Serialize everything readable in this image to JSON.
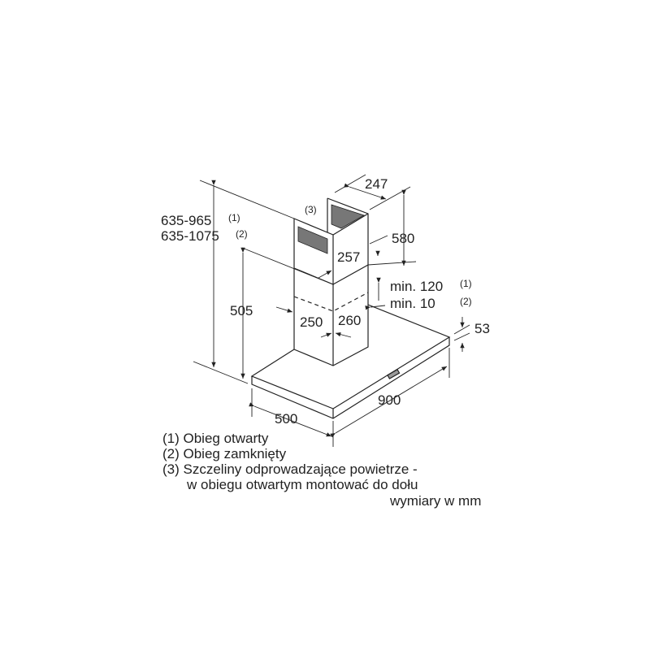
{
  "dimensions": {
    "height_total_1": "635-965",
    "height_total_1_note": "(1)",
    "height_total_2": "635-1075",
    "height_total_2_note": "(2)",
    "chimney_width_top": "247",
    "chimney_upper_height": "580",
    "chimney_depth_upper": "257",
    "hood_height_505": "505",
    "chimney_lower_left": "250",
    "chimney_lower_right": "260",
    "min_gap_1": "min. 120",
    "min_gap_1_note": "(1)",
    "min_gap_2": "min. 10",
    "min_gap_2_note": "(2)",
    "canopy_thickness": "53",
    "hood_width": "900",
    "hood_depth": "500",
    "vent_slots_label": "(3)"
  },
  "legend": [
    "(1) Obieg otwarty",
    "(2) Obieg zamknięty",
    "(3) Szczeliny odprowadzające powietrze -",
    "w obiegu otwartym montować do dołu"
  ],
  "units_note": "wymiary w mm"
}
